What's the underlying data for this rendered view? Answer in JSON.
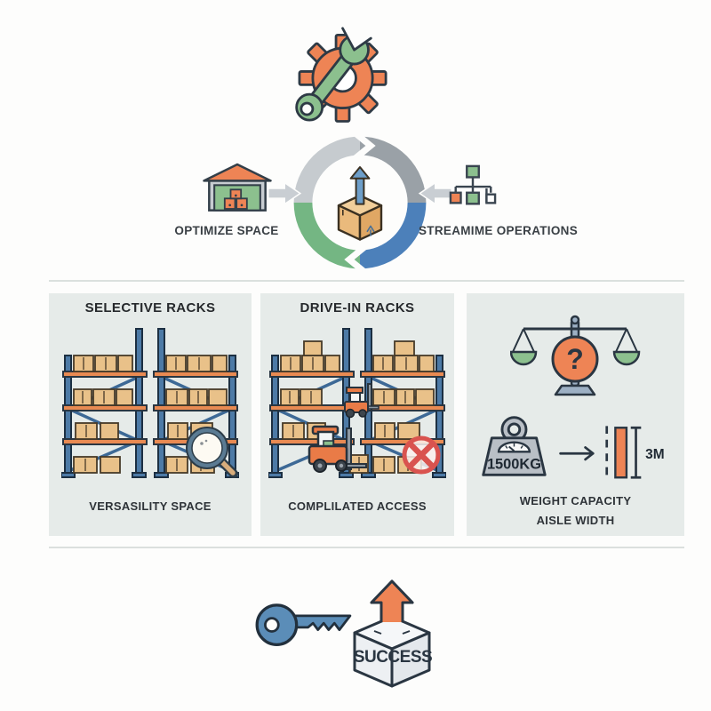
{
  "cycle": {
    "left": {
      "icon": "warehouse-icon",
      "label": "OPTIMIZE SPACE"
    },
    "right": {
      "icon": "flowchart-icon",
      "label": "STREAMIME OPERATIONS"
    },
    "center_icon": "box-up-arrow-icon",
    "segment_colors": {
      "top_left": "#c6cbcf",
      "top_right": "#9aa1a7",
      "bottom_right": "#4c80ba",
      "bottom_left": "#74b683"
    }
  },
  "panels": {
    "selective": {
      "title": "SELECTIVE RACKS",
      "caption": "VERSASILITY SPACE"
    },
    "drive_in": {
      "title": "DRIVE-IN RACKS",
      "caption": "COMPLILATED ACCESS"
    },
    "specs": {
      "question_mark": "?",
      "weight": "1500KG",
      "aisle_width": "3M",
      "caption_line1": "WEIGHT CAPACITY",
      "caption_line2": "AISLE WIDTH"
    }
  },
  "footer": {
    "success_label": "SUCCESS"
  },
  "icons": {
    "header": "gear-wrench-icon",
    "panel1_overlay": "magnifier-icon",
    "panel2_overlay": "no-entry-x-icon",
    "panel3_top": "balance-scale-icon",
    "panel3_weight": "weight-icon",
    "footer_left": "key-icon",
    "footer_right": "success-box-icon"
  },
  "colors": {
    "orange": "#ee8455",
    "green": "#8cc08e",
    "cycle_blue": "#4c80ba",
    "key_blue": "#5b8db8",
    "post_blue": "#4d7aa6",
    "box_tan": "#e9c189",
    "panel_bg": "#e6ebe9",
    "outline": "#2a3642",
    "text": "#2e3338",
    "red": "#d9534f"
  }
}
